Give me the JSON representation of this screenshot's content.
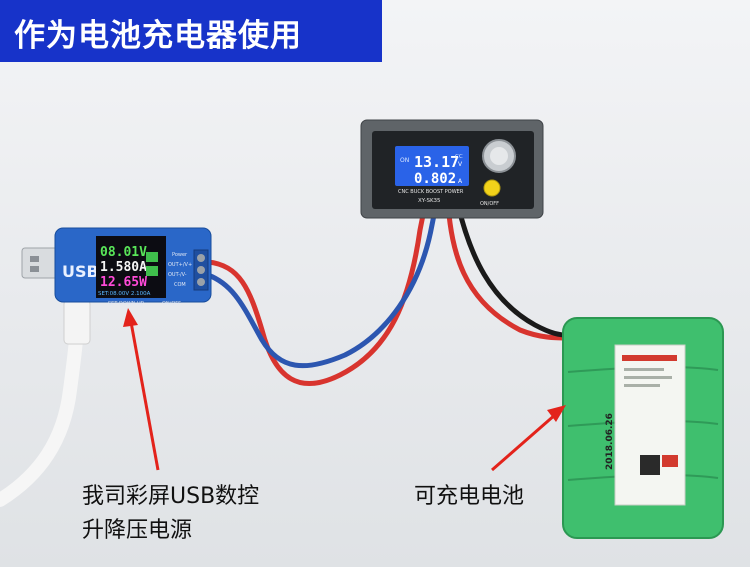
{
  "banner": {
    "title": "作为电池充电器使用",
    "bg_color": "#1733c9"
  },
  "labels": {
    "usb_power_supply_line1": "我司彩屏USB数控",
    "usb_power_supply_line2": "升降压电源",
    "rechargeable_battery": "可充电电池"
  },
  "usb_module": {
    "brand": "USB",
    "voltage": "08.01V",
    "current": "1.580A",
    "power": "12.65W",
    "set": "SET:08.00V 2.100A",
    "buttons": "SET  DOWN  UP",
    "onoff": "ON/OFF",
    "ports": [
      "Power",
      "OUT+/V+",
      "OUT-/V-",
      "COM"
    ]
  },
  "buck_boost_module": {
    "on_indicator": "ON",
    "voltage": "13.17",
    "cc_indicator": "CC",
    "v_unit": "V",
    "current": "0.802",
    "a_unit": "A",
    "caption": "CNC BUCK BOOST POWER",
    "model": "XY-SK35",
    "onoff_label": "ON/OFF"
  },
  "battery": {
    "date": "2018.06.26"
  },
  "colors": {
    "wire_red": "#d8342e",
    "wire_blue": "#2c56b0",
    "battery_green": "#3fbf6e",
    "lcd_blue": "#2a63e8"
  }
}
